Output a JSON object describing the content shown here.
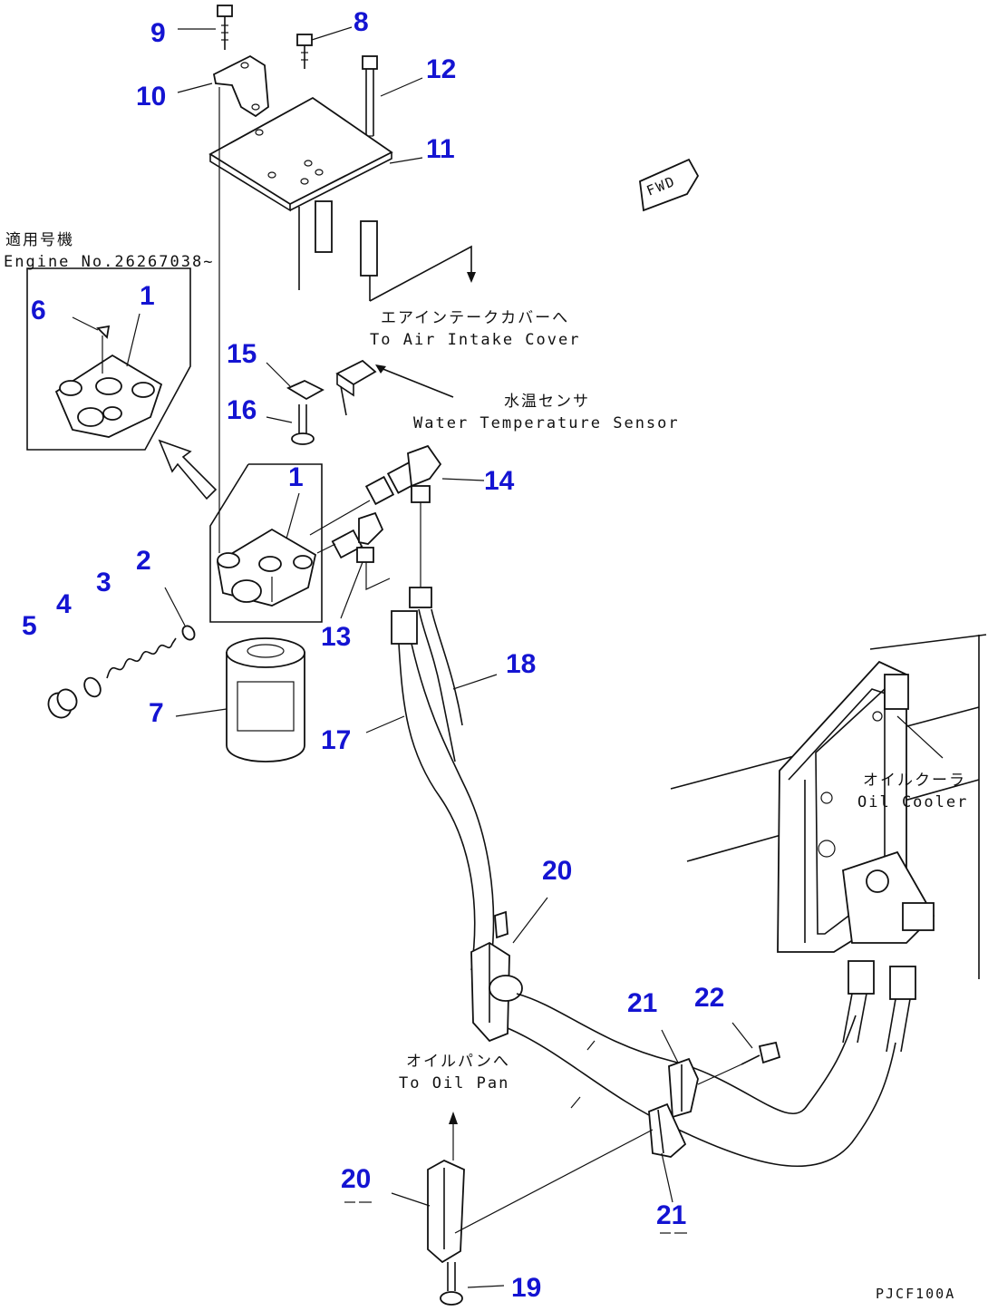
{
  "colors": {
    "callout": "#1414d2",
    "line": "#111111",
    "background": "#ffffff"
  },
  "callouts": [
    "1",
    "1",
    "2",
    "3",
    "4",
    "5",
    "6",
    "7",
    "8",
    "9",
    "10",
    "11",
    "12",
    "13",
    "14",
    "15",
    "16",
    "17",
    "18",
    "19",
    "20",
    "20",
    "21",
    "21",
    "22"
  ],
  "labels": {
    "applicable_jp": "適用号機",
    "applicable_en": "Engine No.26267038~",
    "air_intake_jp": "エアインテークカバーへ",
    "air_intake_en": "To Air Intake Cover",
    "water_temp_jp": "水温センサ",
    "water_temp_en": "Water Temperature Sensor",
    "oil_cooler_jp": "オイルクーラ",
    "oil_cooler_en": "Oil Cooler",
    "oil_pan_jp": "オイルパンへ",
    "oil_pan_en": "To Oil Pan",
    "fwd": "FWD",
    "drawing_code": "PJCF100A"
  }
}
